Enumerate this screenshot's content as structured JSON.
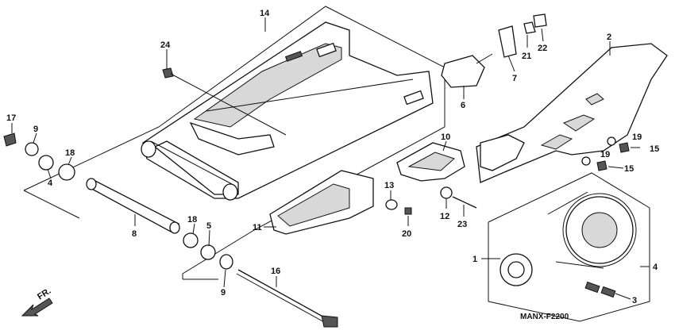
{
  "diagram": {
    "code": "MANX-F2200",
    "direction_label": "FR.",
    "callouts": [
      "1",
      "2",
      "3",
      "4",
      "4",
      "5",
      "6",
      "7",
      "8",
      "9",
      "9",
      "10",
      "11",
      "12",
      "13",
      "14",
      "15",
      "15",
      "16",
      "17",
      "18",
      "18",
      "19",
      "19",
      "20",
      "21",
      "22",
      "23",
      "24"
    ]
  }
}
